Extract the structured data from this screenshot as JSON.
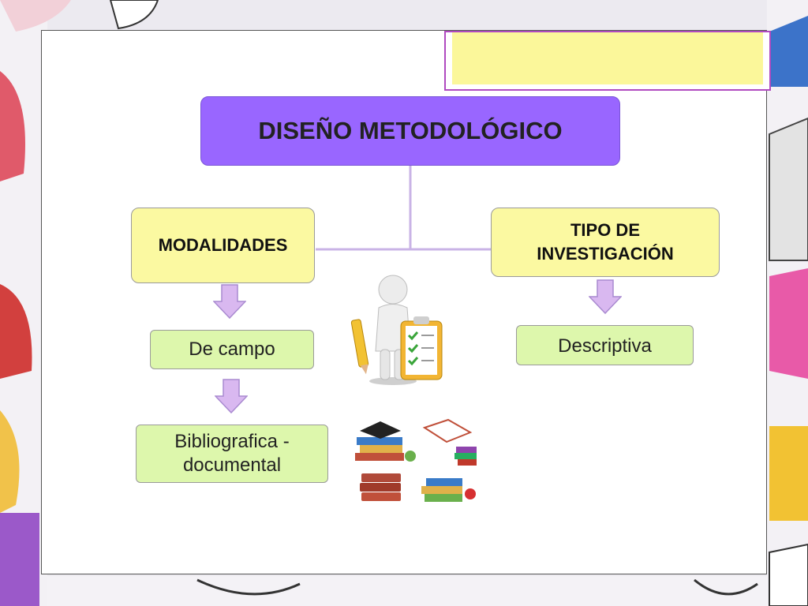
{
  "diagram": {
    "title": "DISEÑO METODOLÓGICO",
    "left_branch": {
      "label": "MODALIDADES",
      "children": [
        "De campo",
        "Bibliografica -\ndocumental"
      ]
    },
    "right_branch": {
      "label": "TIPO DE\nINVESTIGACIÓN",
      "children": [
        "Descriptiva"
      ]
    }
  },
  "colors": {
    "title_fill": "#9966ff",
    "branch_fill": "#fbf9a1",
    "leaf_fill": "#ddf7ac",
    "arrow_fill": "#d9b8f0",
    "connector": "#c9b3e6",
    "note_border": "#b04ac0",
    "note_fill": "#fbf79a"
  },
  "icons": {
    "person_clipboard": "person-clipboard-icon",
    "books": "books-stack-icon"
  }
}
